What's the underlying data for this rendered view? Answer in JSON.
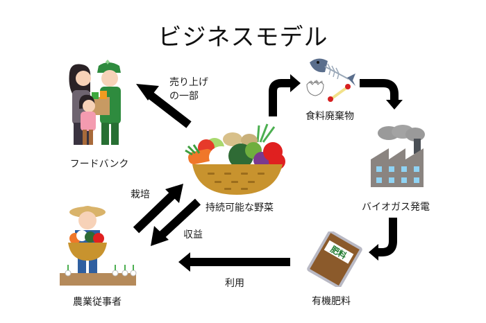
{
  "title": "ビジネスモデル",
  "nodes": {
    "food_bank": {
      "label": "フードバンク",
      "icon": "food-bank-family-icon"
    },
    "food_waste": {
      "label": "食料廃棄物",
      "icon": "food-waste-icon"
    },
    "biogas": {
      "label": "バイオガス発電",
      "icon": "factory-icon"
    },
    "vegetables": {
      "label": "持続可能な野菜",
      "icon": "vegetable-basket-icon"
    },
    "farmer": {
      "label": "農業従事者",
      "icon": "farmer-icon"
    },
    "fertilizer": {
      "label": "有機肥料",
      "icon": "fertilizer-bag-icon",
      "bag_text": "肥料"
    }
  },
  "edges": [
    {
      "from": "vegetables",
      "to": "food_bank",
      "label_line1": "売り上げ",
      "label_line2": "の一部"
    },
    {
      "from": "vegetables",
      "to": "food_waste",
      "label": ""
    },
    {
      "from": "food_waste",
      "to": "biogas",
      "label": ""
    },
    {
      "from": "biogas",
      "to": "fertilizer",
      "label": ""
    },
    {
      "from": "fertilizer",
      "to": "farmer",
      "label": "利用"
    },
    {
      "from": "farmer",
      "to": "vegetables",
      "label": "栽培"
    },
    {
      "from": "vegetables",
      "to": "farmer",
      "label": "収益"
    }
  ],
  "colors": {
    "arrow": "#000000",
    "basket": "#c8932e",
    "factory": "#8a8480",
    "window": "#8fd3f4",
    "worker_green": "#2e8b3e",
    "fertilizer_brown": "#8b5a2b",
    "fertilizer_label_green": "#1f7a2e"
  }
}
